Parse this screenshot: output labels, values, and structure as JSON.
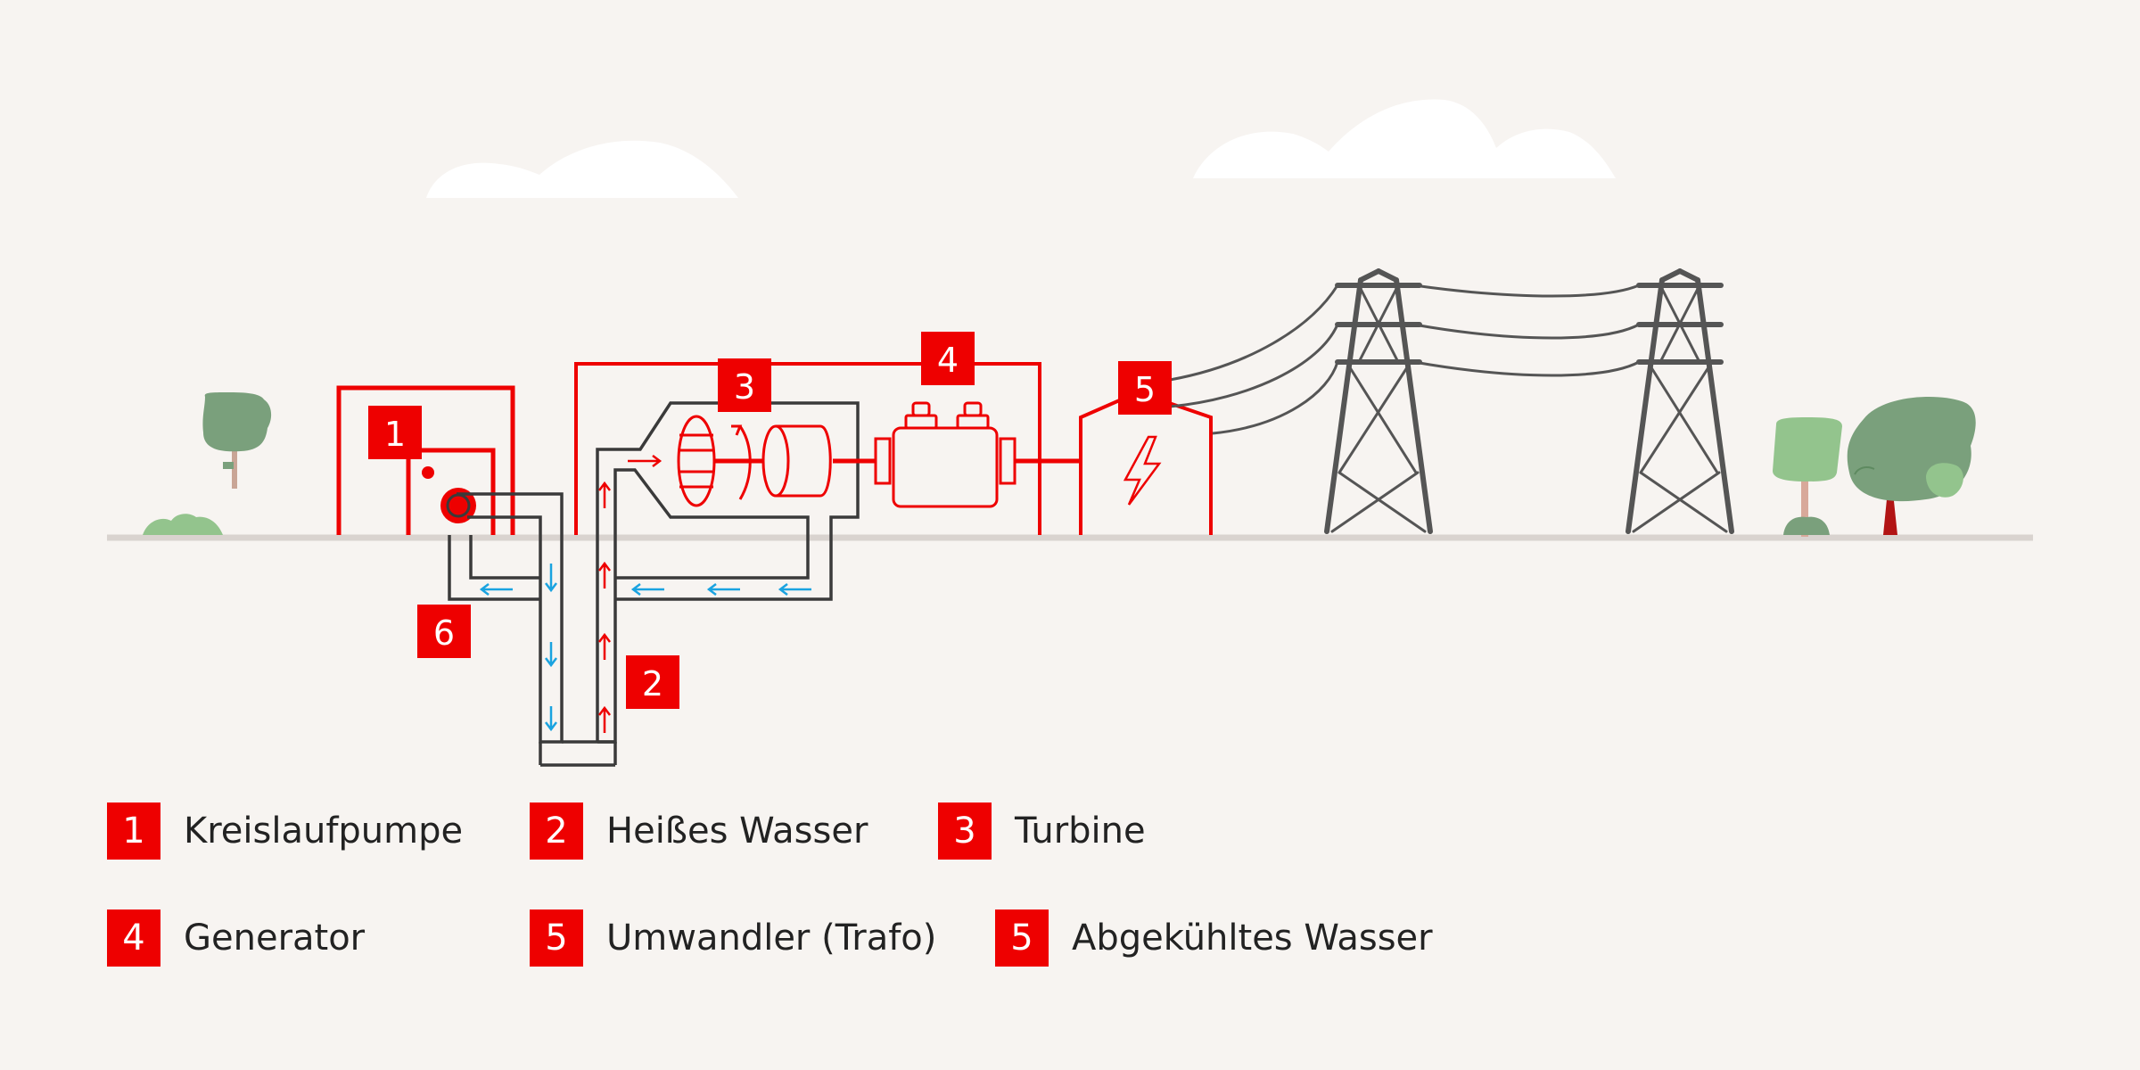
{
  "colors": {
    "background": "#f7f4f1",
    "accent_red": "#ee0000",
    "dark_line": "#3a3a3a",
    "water_blue": "#1aa3e0",
    "ground": "#d9d3cf",
    "tree_green": "#7aa07c",
    "light_green": "#93c48d",
    "cloud": "#ffffff"
  },
  "diagram": {
    "markers": [
      {
        "id": "m1",
        "number": "1"
      },
      {
        "id": "m2",
        "number": "2"
      },
      {
        "id": "m3",
        "number": "3"
      },
      {
        "id": "m4",
        "number": "4"
      },
      {
        "id": "m5",
        "number": "5"
      },
      {
        "id": "m6",
        "number": "6"
      }
    ],
    "icons": [
      "cloud-icon",
      "tree-icon",
      "bush-icon",
      "power-pylon-icon",
      "lightning-icon",
      "pump-icon",
      "turbine-icon",
      "generator-icon",
      "transformer-icon",
      "flow-arrow-icon"
    ]
  },
  "legend": [
    {
      "number": "1",
      "label": "Kreislaufpumpe"
    },
    {
      "number": "2",
      "label": "Heißes Wasser"
    },
    {
      "number": "3",
      "label": "Turbine"
    },
    {
      "number": "4",
      "label": "Generator"
    },
    {
      "number": "5",
      "label": "Umwandler (Trafo)"
    },
    {
      "number": "5",
      "label": "Abgekühltes Wasser"
    }
  ]
}
